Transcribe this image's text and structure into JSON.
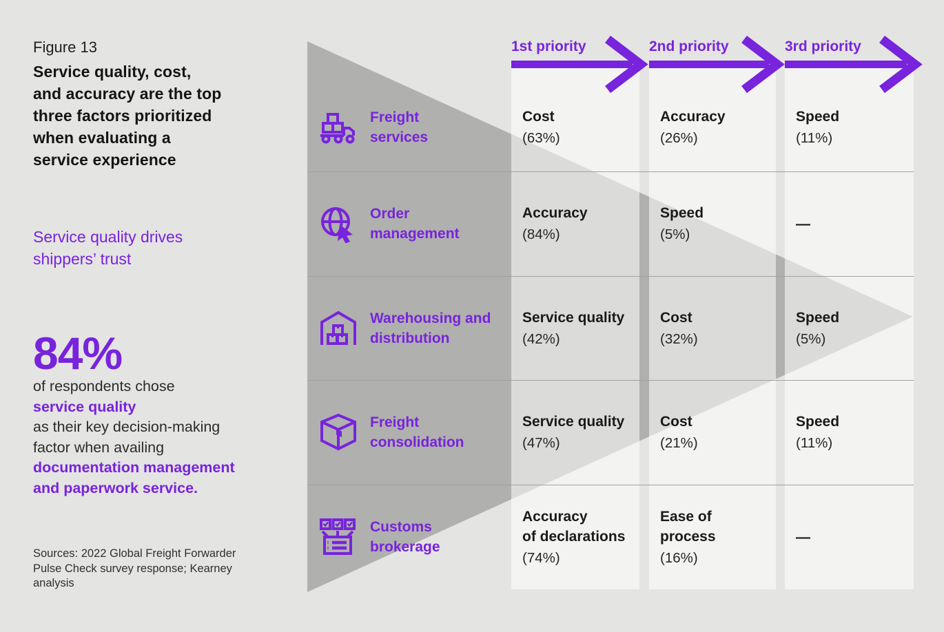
{
  "colors": {
    "accent": "#7823dc",
    "background": "#e4e4e2",
    "triangle": "#b0b0ae",
    "column_overlay": "rgba(255,255,255,0.55)"
  },
  "left_panel": {
    "figure_label": "Figure 13",
    "title": "Service quality, cost,\nand accuracy are the top\nthree factors prioritized\nwhen evaluating a\nservice experience",
    "subtitle": "Service quality drives\nshippers’ trust",
    "stat": {
      "value": "84%",
      "segments": [
        {
          "text": "of respondents chose\n",
          "emphasis": false
        },
        {
          "text": "service quality\n",
          "emphasis": true
        },
        {
          "text": "as their key decision-making\nfactor when availing\n",
          "emphasis": false
        },
        {
          "text": "documentation management\nand paperwork service.",
          "emphasis": true
        }
      ]
    },
    "sources": "Sources: 2022 Global Freight Forwarder\nPulse Check survey response; Kearney\nanalysis"
  },
  "table": {
    "columns": [
      "1st priority",
      "2nd priority",
      "3rd priority"
    ],
    "rows": [
      {
        "icon": "truck-with-boxes-icon",
        "label": "Freight\nservices",
        "cells": [
          {
            "title": "Cost",
            "value": "(63%)"
          },
          {
            "title": "Accuracy",
            "value": "(26%)"
          },
          {
            "title": "Speed",
            "value": "(11%)"
          }
        ]
      },
      {
        "icon": "globe-cursor-icon",
        "label": "Order\nmanagement",
        "cells": [
          {
            "title": "Accuracy",
            "value": "(84%)"
          },
          {
            "title": "Speed",
            "value": "(5%)"
          },
          {
            "title": "—",
            "value": ""
          }
        ]
      },
      {
        "icon": "warehouse-icon",
        "label": "Warehousing and\ndistribution",
        "cells": [
          {
            "title": "Service quality",
            "value": "(42%)"
          },
          {
            "title": "Cost",
            "value": "(32%)"
          },
          {
            "title": "Speed",
            "value": "(5%)"
          }
        ]
      },
      {
        "icon": "package-box-icon",
        "label": "Freight\nconsolidation",
        "cells": [
          {
            "title": "Service quality",
            "value": "(47%)"
          },
          {
            "title": "Cost",
            "value": "(21%)"
          },
          {
            "title": "Speed",
            "value": "(11%)"
          }
        ]
      },
      {
        "icon": "customs-checklist-icon",
        "label": "Customs\nbrokerage",
        "cells": [
          {
            "title": "Accuracy\nof declarations",
            "value": "(74%)"
          },
          {
            "title": "Ease of\nprocess",
            "value": "(16%)"
          },
          {
            "title": "—",
            "value": ""
          }
        ]
      }
    ]
  },
  "chart_data": {
    "type": "table",
    "title": "Service quality, cost, and accuracy are the top three factors prioritized when evaluating a service experience",
    "columns": [
      "1st priority",
      "2nd priority",
      "3rd priority"
    ],
    "rows": [
      {
        "service": "Freight services",
        "priorities": [
          {
            "factor": "Cost",
            "percent": 63
          },
          {
            "factor": "Accuracy",
            "percent": 26
          },
          {
            "factor": "Speed",
            "percent": 11
          }
        ]
      },
      {
        "service": "Order management",
        "priorities": [
          {
            "factor": "Accuracy",
            "percent": 84
          },
          {
            "factor": "Speed",
            "percent": 5
          },
          {
            "factor": null,
            "percent": null
          }
        ]
      },
      {
        "service": "Warehousing and distribution",
        "priorities": [
          {
            "factor": "Service quality",
            "percent": 42
          },
          {
            "factor": "Cost",
            "percent": 32
          },
          {
            "factor": "Speed",
            "percent": 5
          }
        ]
      },
      {
        "service": "Freight consolidation",
        "priorities": [
          {
            "factor": "Service quality",
            "percent": 47
          },
          {
            "factor": "Cost",
            "percent": 21
          },
          {
            "factor": "Speed",
            "percent": 11
          }
        ]
      },
      {
        "service": "Customs brokerage",
        "priorities": [
          {
            "factor": "Accuracy of declarations",
            "percent": 74
          },
          {
            "factor": "Ease of process",
            "percent": 16
          },
          {
            "factor": null,
            "percent": null
          }
        ]
      }
    ],
    "highlight_stat": {
      "value_percent": 84,
      "description": "of respondents chose service quality as their key decision-making factor when availing documentation management and paperwork service."
    },
    "sources": "2022 Global Freight Forwarder Pulse Check survey response; Kearney analysis"
  }
}
